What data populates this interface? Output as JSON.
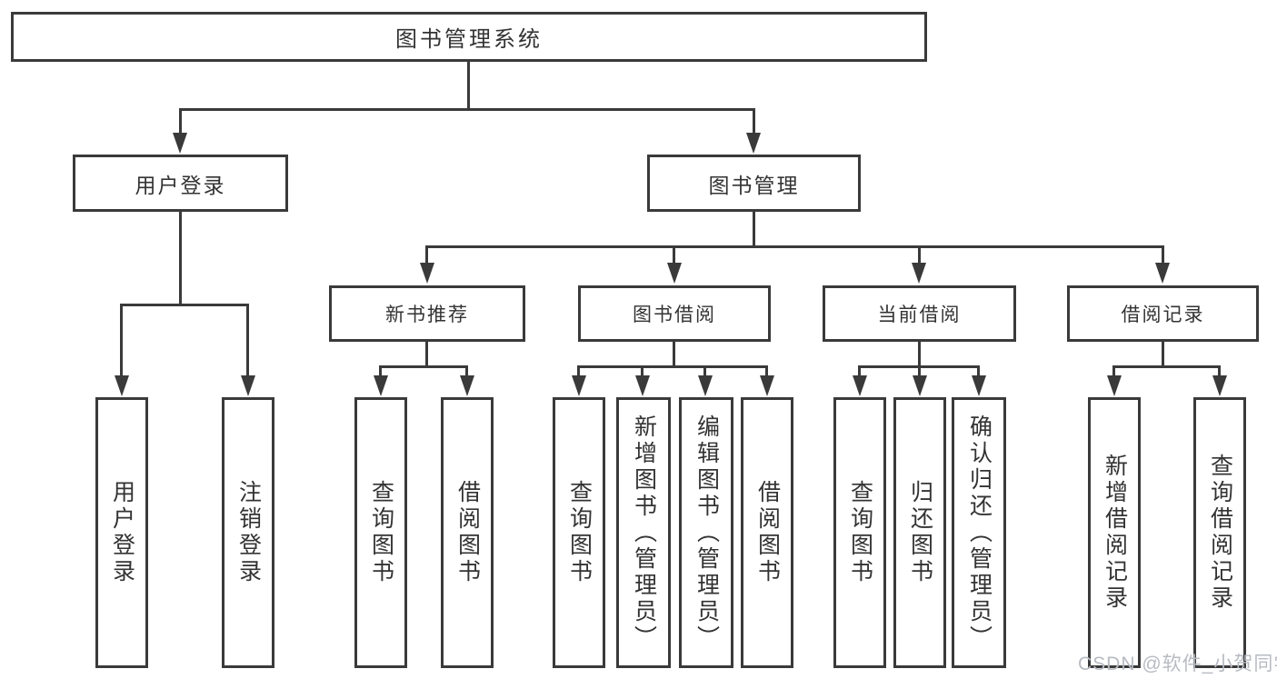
{
  "tree": {
    "root": {
      "label": "图书管理系统"
    },
    "children": [
      {
        "label": "用户登录",
        "children": [
          {
            "label": "用户登录"
          },
          {
            "label": "注销登录"
          }
        ]
      },
      {
        "label": "图书管理",
        "children": [
          {
            "label": "新书推荐",
            "children": [
              {
                "label": "查询图书"
              },
              {
                "label": "借阅图书"
              }
            ]
          },
          {
            "label": "图书借阅",
            "children": [
              {
                "label": "查询图书"
              },
              {
                "label": "新增图书（管理员）"
              },
              {
                "label": "编辑图书（管理员）"
              },
              {
                "label": "借阅图书"
              }
            ]
          },
          {
            "label": "当前借阅",
            "children": [
              {
                "label": "查询图书"
              },
              {
                "label": "归还图书"
              },
              {
                "label": "确认归还（管理员）"
              }
            ]
          },
          {
            "label": "借阅记录",
            "children": [
              {
                "label": "新增借阅记录"
              },
              {
                "label": "查询借阅记录"
              }
            ]
          }
        ]
      }
    ]
  },
  "watermark": {
    "text": "CSDN @软件_小贺同学"
  },
  "colors": {
    "line": "#3a3a3a",
    "text": "#333333",
    "watermark": "#b7bbc2",
    "background": "#ffffff"
  }
}
